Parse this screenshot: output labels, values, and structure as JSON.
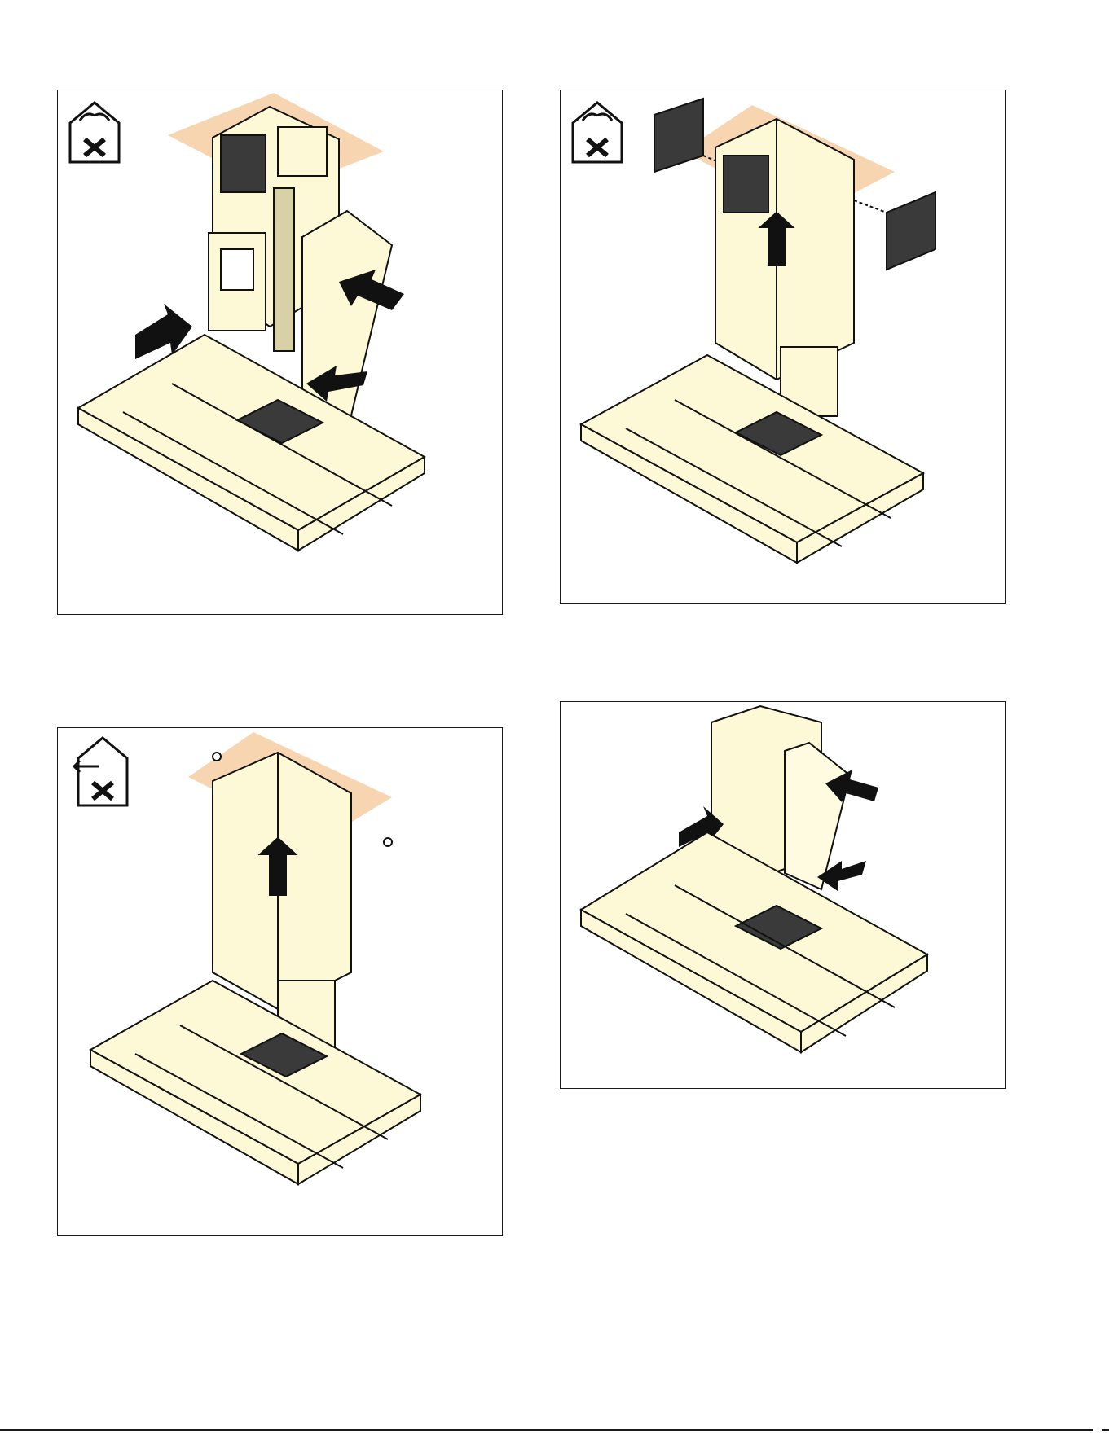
{
  "page": {
    "footer_code": "..."
  },
  "colors": {
    "hood_fill": "#fdf8d6",
    "ceiling_fill": "#f7d5b0",
    "ink": "#111111",
    "grille": "#3a3a3a",
    "accent_light": "#fffbe0"
  },
  "panels": [
    {
      "id": "step-1",
      "icon": "recirculation-mode-icon",
      "arrows": "chimney-panels-inward"
    },
    {
      "id": "step-2",
      "icon": "recirculation-mode-icon",
      "arrows": "slide-up"
    },
    {
      "id": "step-3",
      "icon": "ducted-mode-icon",
      "arrows": "slide-up"
    },
    {
      "id": "step-4",
      "icon": "",
      "arrows": "chimney-panels-inward"
    }
  ]
}
